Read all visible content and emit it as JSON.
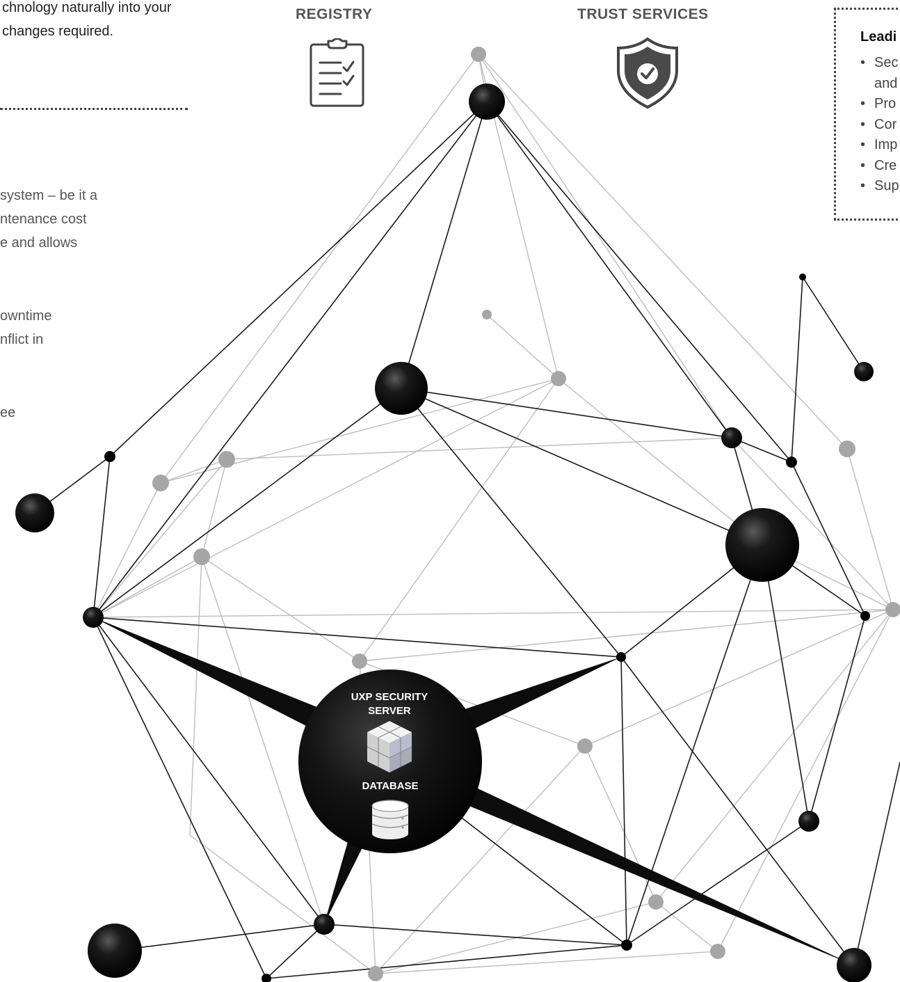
{
  "intro": {
    "lines": [
      "chnology naturally into your",
      "changes required."
    ]
  },
  "left_text": {
    "lines": [
      "system – be it a",
      "ntenance cost",
      "e and allows",
      "owntime",
      "nflict in",
      "ee"
    ]
  },
  "columns": {
    "registry": {
      "label": "REGISTRY",
      "icon": "clipboard-checklist-icon"
    },
    "trust": {
      "label": "TRUST SERVICES",
      "icon": "shield-check-icon"
    }
  },
  "feature_box": {
    "title": "Leadi",
    "items": [
      "Sec",
      "and",
      "Pro",
      "Cor",
      "Imp",
      "Cre",
      "Sup"
    ]
  },
  "hub": {
    "title_line1": "UXP SECURITY",
    "title_line2": "SERVER",
    "icon_top": "cube-icon",
    "label_bottom": "DATABASE",
    "icon_bottom": "database-icon"
  },
  "colors": {
    "dark_node": "#111111",
    "light_node": "#a6a6a9",
    "dark_link": "#1a1a1a",
    "light_link": "#bdbdbd",
    "text": "#555555"
  }
}
